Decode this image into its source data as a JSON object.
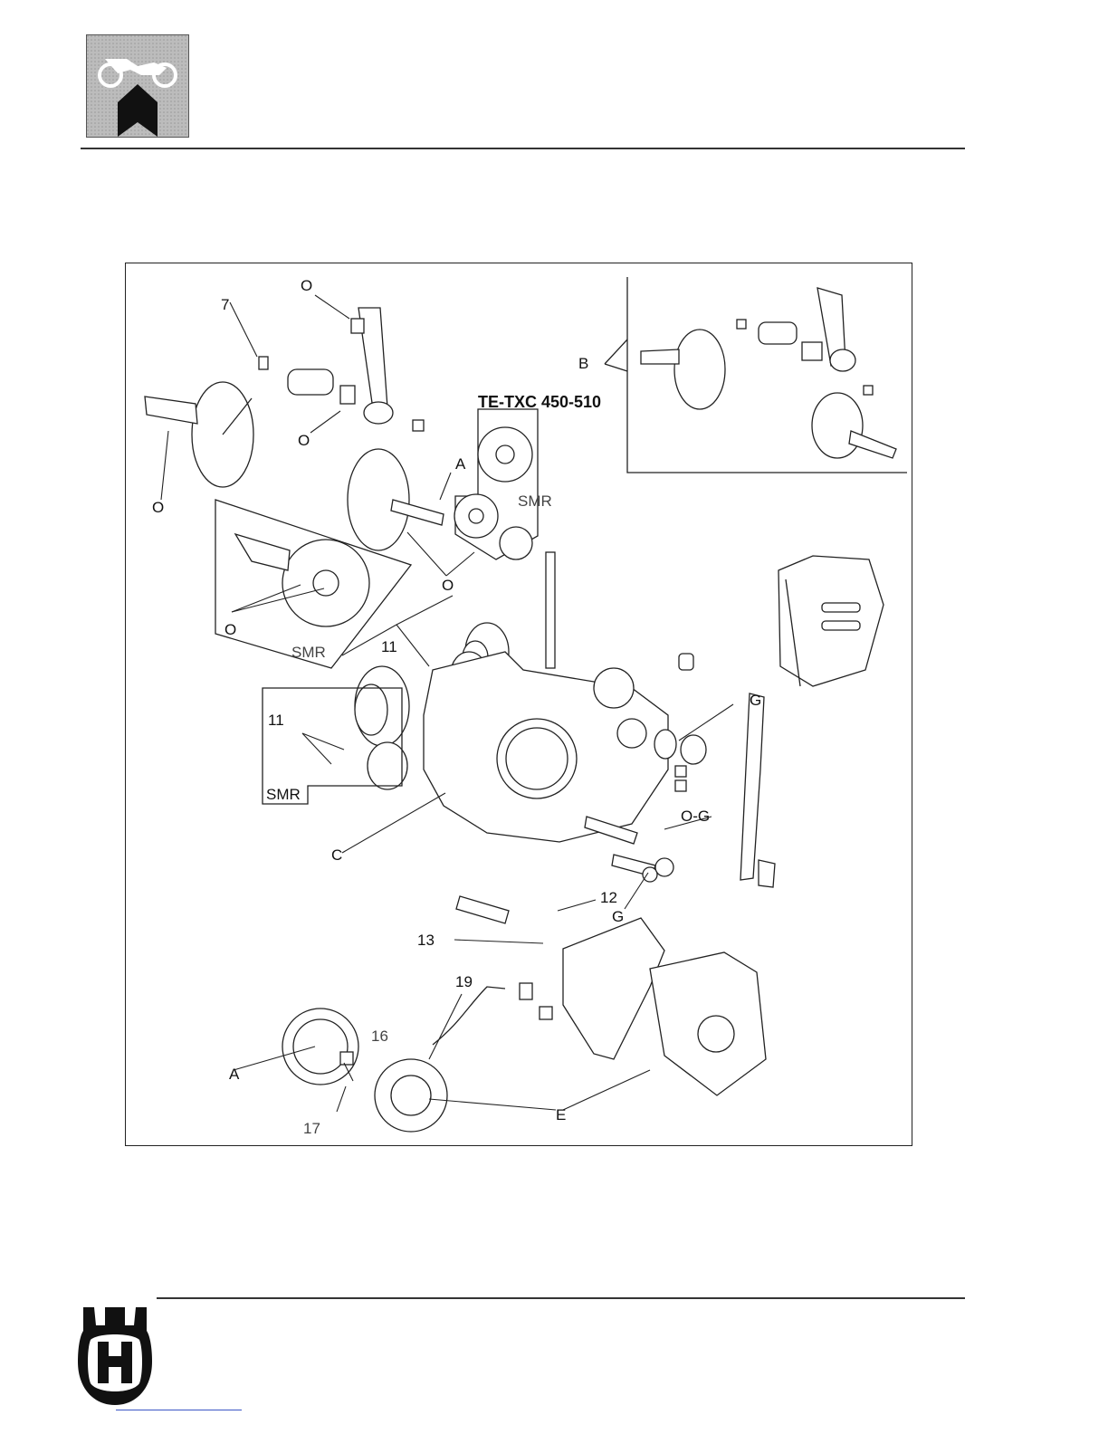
{
  "header": {
    "icon": "motorcycle-arrow-icon"
  },
  "diagram": {
    "box_title": "TE-TXC 450-510",
    "labels": {
      "l7": "7",
      "o_top": "O",
      "o_mid": "O",
      "o_left": "O",
      "b": "B",
      "a_crank": "A",
      "smr_gear": "SMR",
      "o_gear": "O",
      "o_inset": "O",
      "smr_inset": "SMR",
      "l11a": "11",
      "l11b": "11",
      "smr_box": "SMR",
      "g_upper": "G",
      "og": "O-G",
      "c": "C",
      "l12": "12",
      "g_lower": "G",
      "l13": "13",
      "l19": "19",
      "l16": "16",
      "a_rotor": "A",
      "l17": "17",
      "e": "E"
    }
  },
  "footer": {
    "logo": "husqvarna-logo-icon"
  }
}
